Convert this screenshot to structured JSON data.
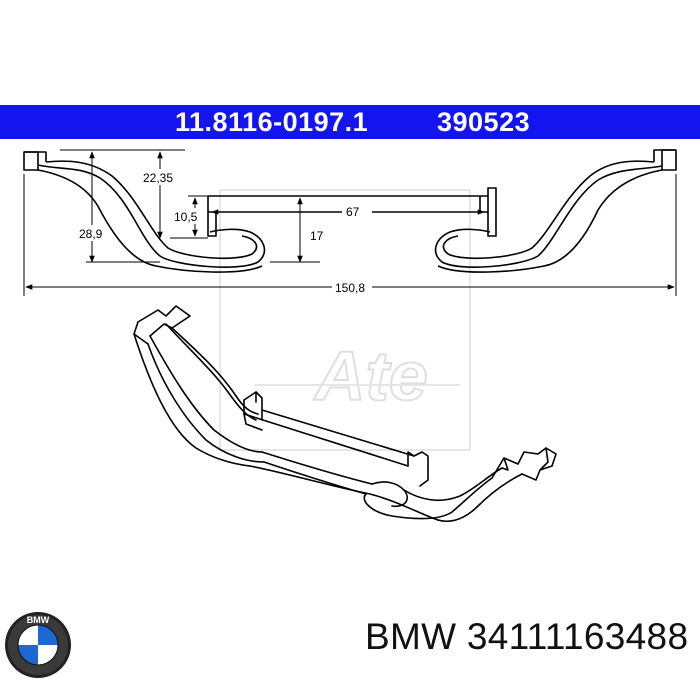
{
  "header": {
    "part_number": "11.8116-0197.1",
    "reference_number": "390523",
    "background_color": "#1414f0",
    "text_color": "#ffffff"
  },
  "dimensions": {
    "height_left_outer": "28,9",
    "height_left_inner": "22,35",
    "bracket_height": "10,5",
    "bracket_width": "67",
    "drop_height": "17",
    "overall_width": "150,8"
  },
  "watermark": {
    "logo_text": "Ate"
  },
  "footer": {
    "label": "BMW 34111163488",
    "logo_icon": "bmw-roundel-icon",
    "logo_text": "BMW"
  }
}
